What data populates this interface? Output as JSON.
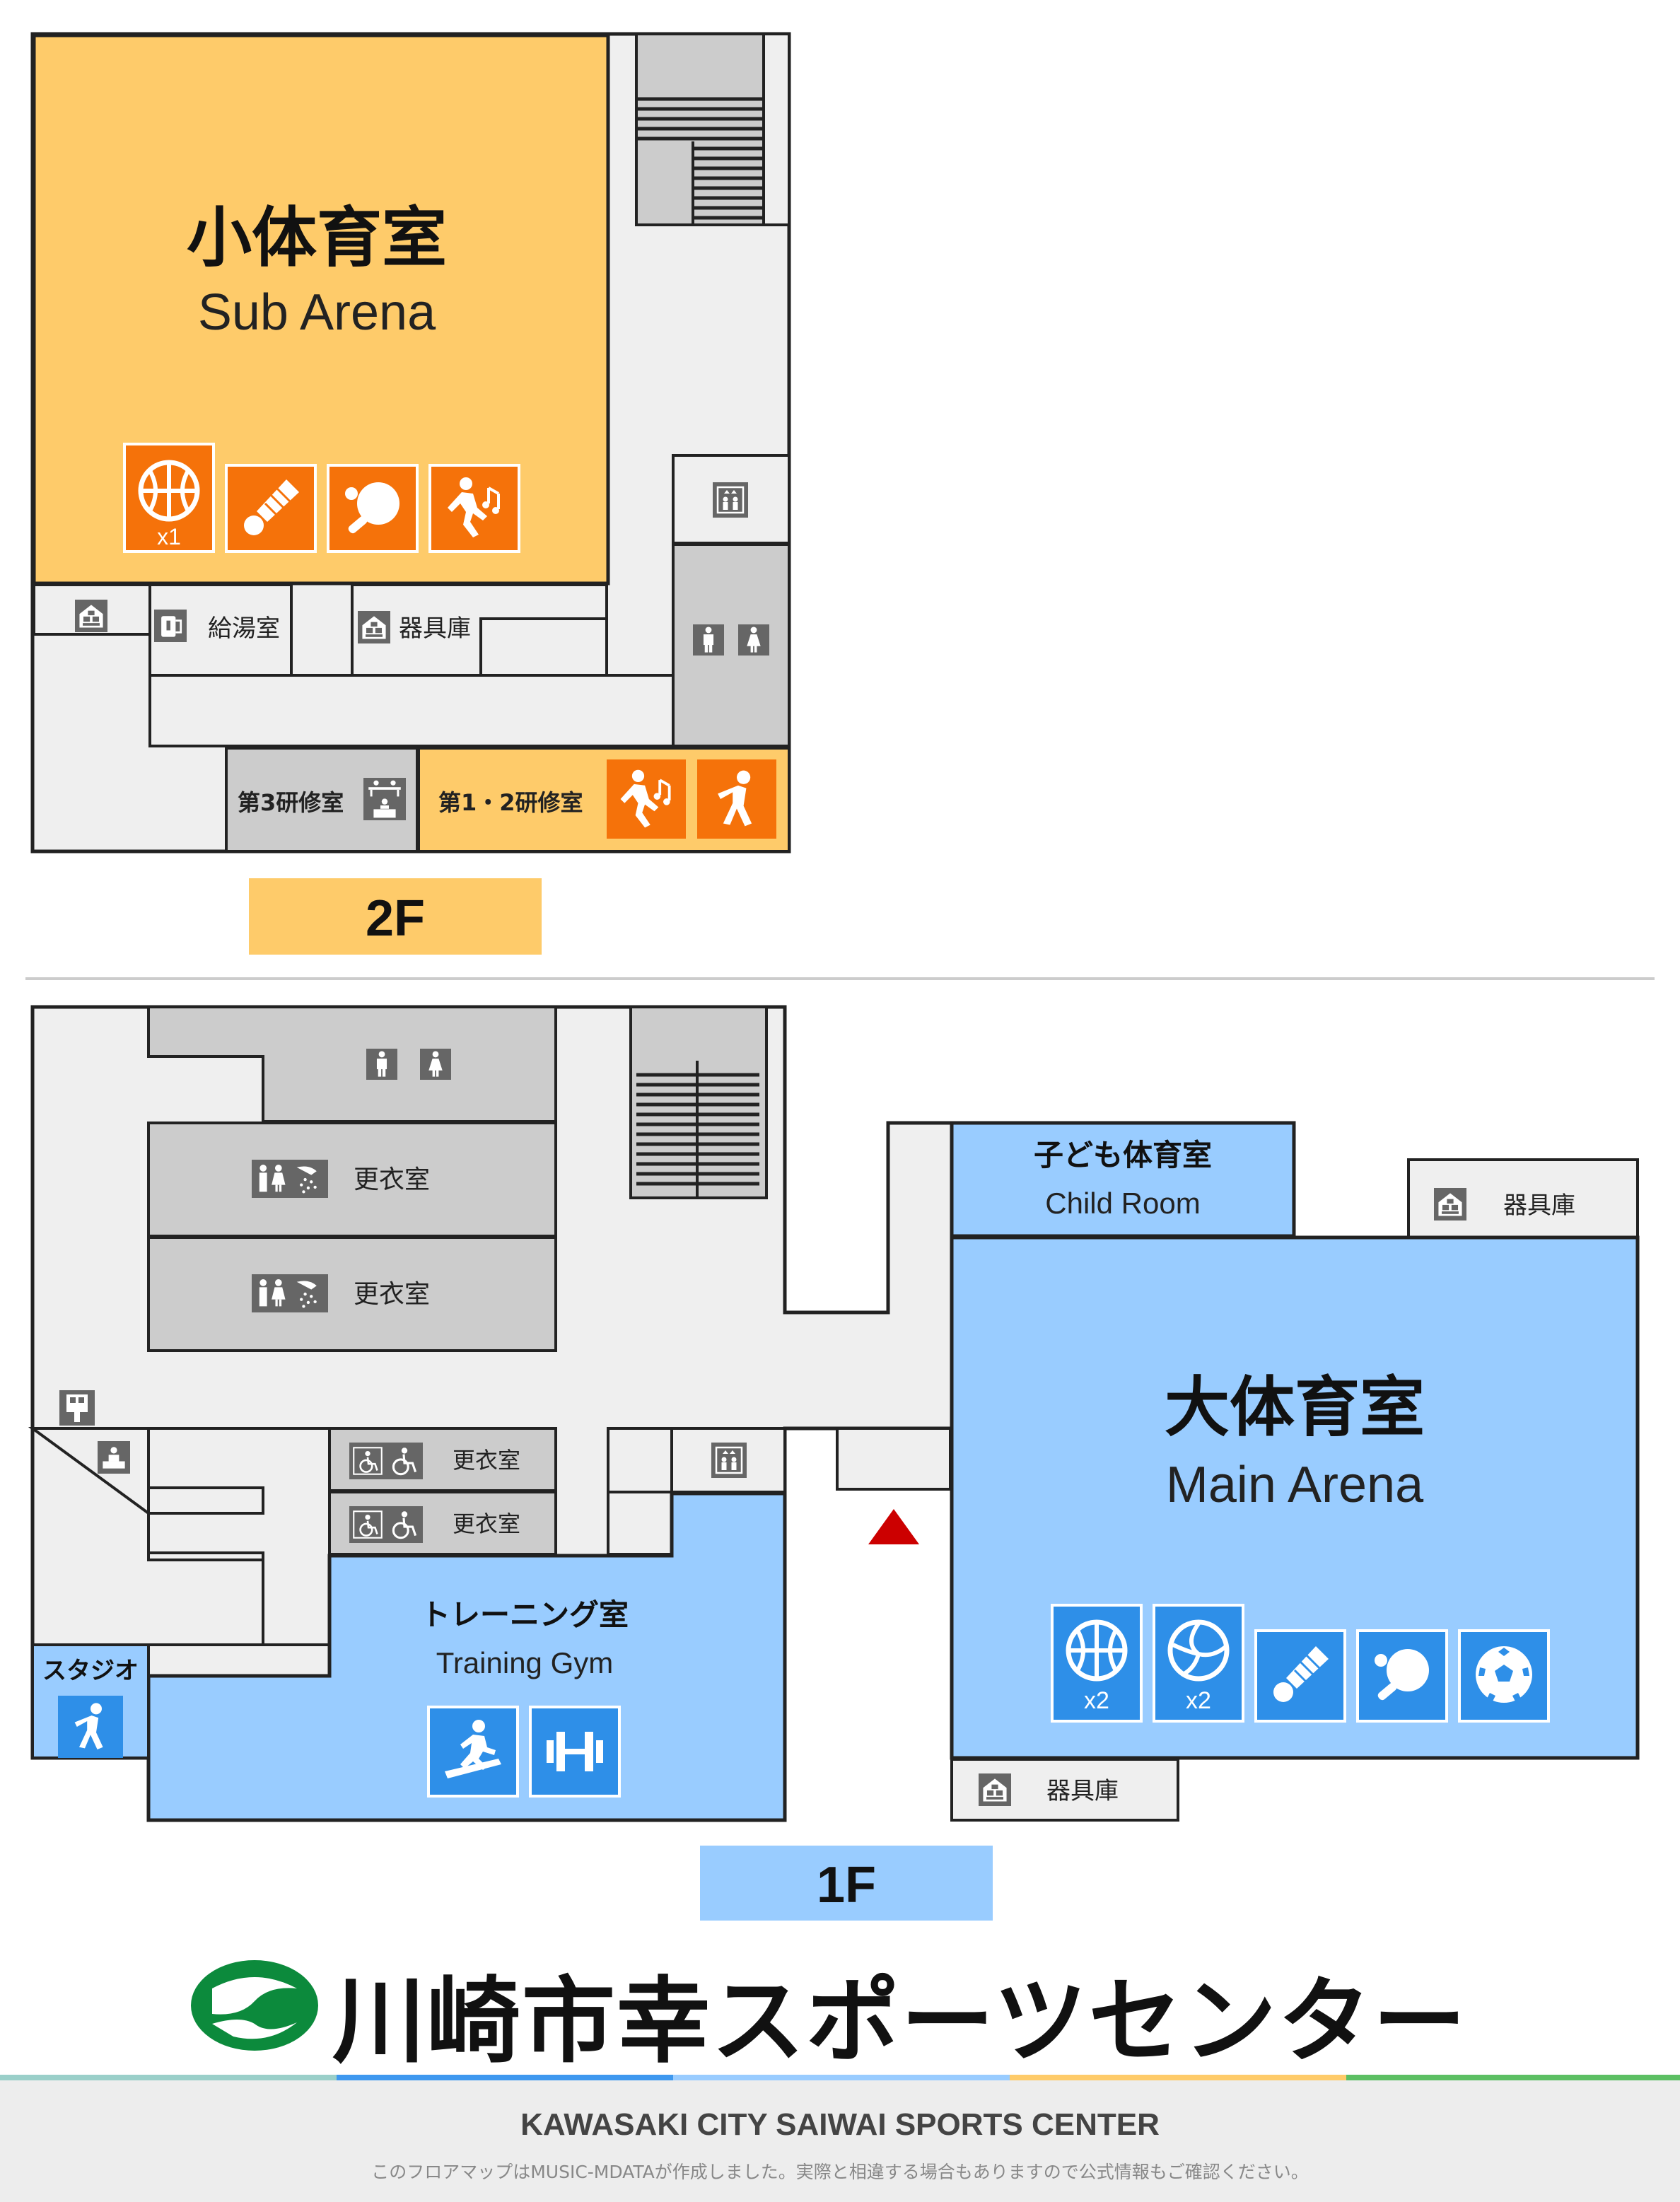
{
  "floor2": {
    "label": "2F",
    "sub_arena": {
      "name_ja": "小体育室",
      "name_en": "Sub Arena"
    },
    "rooms": {
      "kitchenette": "給湯室",
      "equipment_storage": "器具庫",
      "training_room_3": "第3研修室",
      "training_rooms_1_2": "第1・2研修室"
    },
    "sub_arena_icons": [
      {
        "icon": "basketball-icon",
        "count": "x1"
      },
      {
        "icon": "badminton-icon"
      },
      {
        "icon": "table-tennis-icon"
      },
      {
        "icon": "dance-icon"
      }
    ],
    "training_room_icons": [
      "dance-icon",
      "stretching-icon"
    ]
  },
  "floor1": {
    "label": "1F",
    "main_arena": {
      "name_ja": "大体育室",
      "name_en": "Main Arena"
    },
    "child_room": {
      "name_ja": "子ども体育室",
      "name_en": "Child Room"
    },
    "training_gym": {
      "name_ja": "トレーニング室",
      "name_en": "Training Gym"
    },
    "studio": "スタジオ",
    "locker_room": "更衣室",
    "equipment_storage": "器具庫",
    "main_arena_icons": [
      {
        "icon": "basketball-icon",
        "count": "x2"
      },
      {
        "icon": "volleyball-icon",
        "count": "x2"
      },
      {
        "icon": "badminton-icon"
      },
      {
        "icon": "table-tennis-icon"
      },
      {
        "icon": "soccer-icon"
      }
    ],
    "gym_icons": [
      "treadmill-icon",
      "dumbbell-icon"
    ],
    "entrance_marker": "entrance-marker-icon"
  },
  "facility": {
    "name_ja": "川崎市幸スポーツセンター",
    "name_en": "KAWASAKI CITY  SAIWAI SPORTS CENTER",
    "note": "このフロアマップはMUSIC-MDATAが作成しました。実際と相違する場合もありますので公式情報もご確認ください。"
  },
  "colors": {
    "orange_room": "#fecb6a",
    "orange_icon": "#f5720a",
    "blue_room": "#99ccff",
    "blue_icon": "#2e8fe8",
    "corridor": "#efefef",
    "service_room": "#cccccc",
    "entrance_marker": "#cc0000",
    "logo_green": "#0c8a3c"
  }
}
